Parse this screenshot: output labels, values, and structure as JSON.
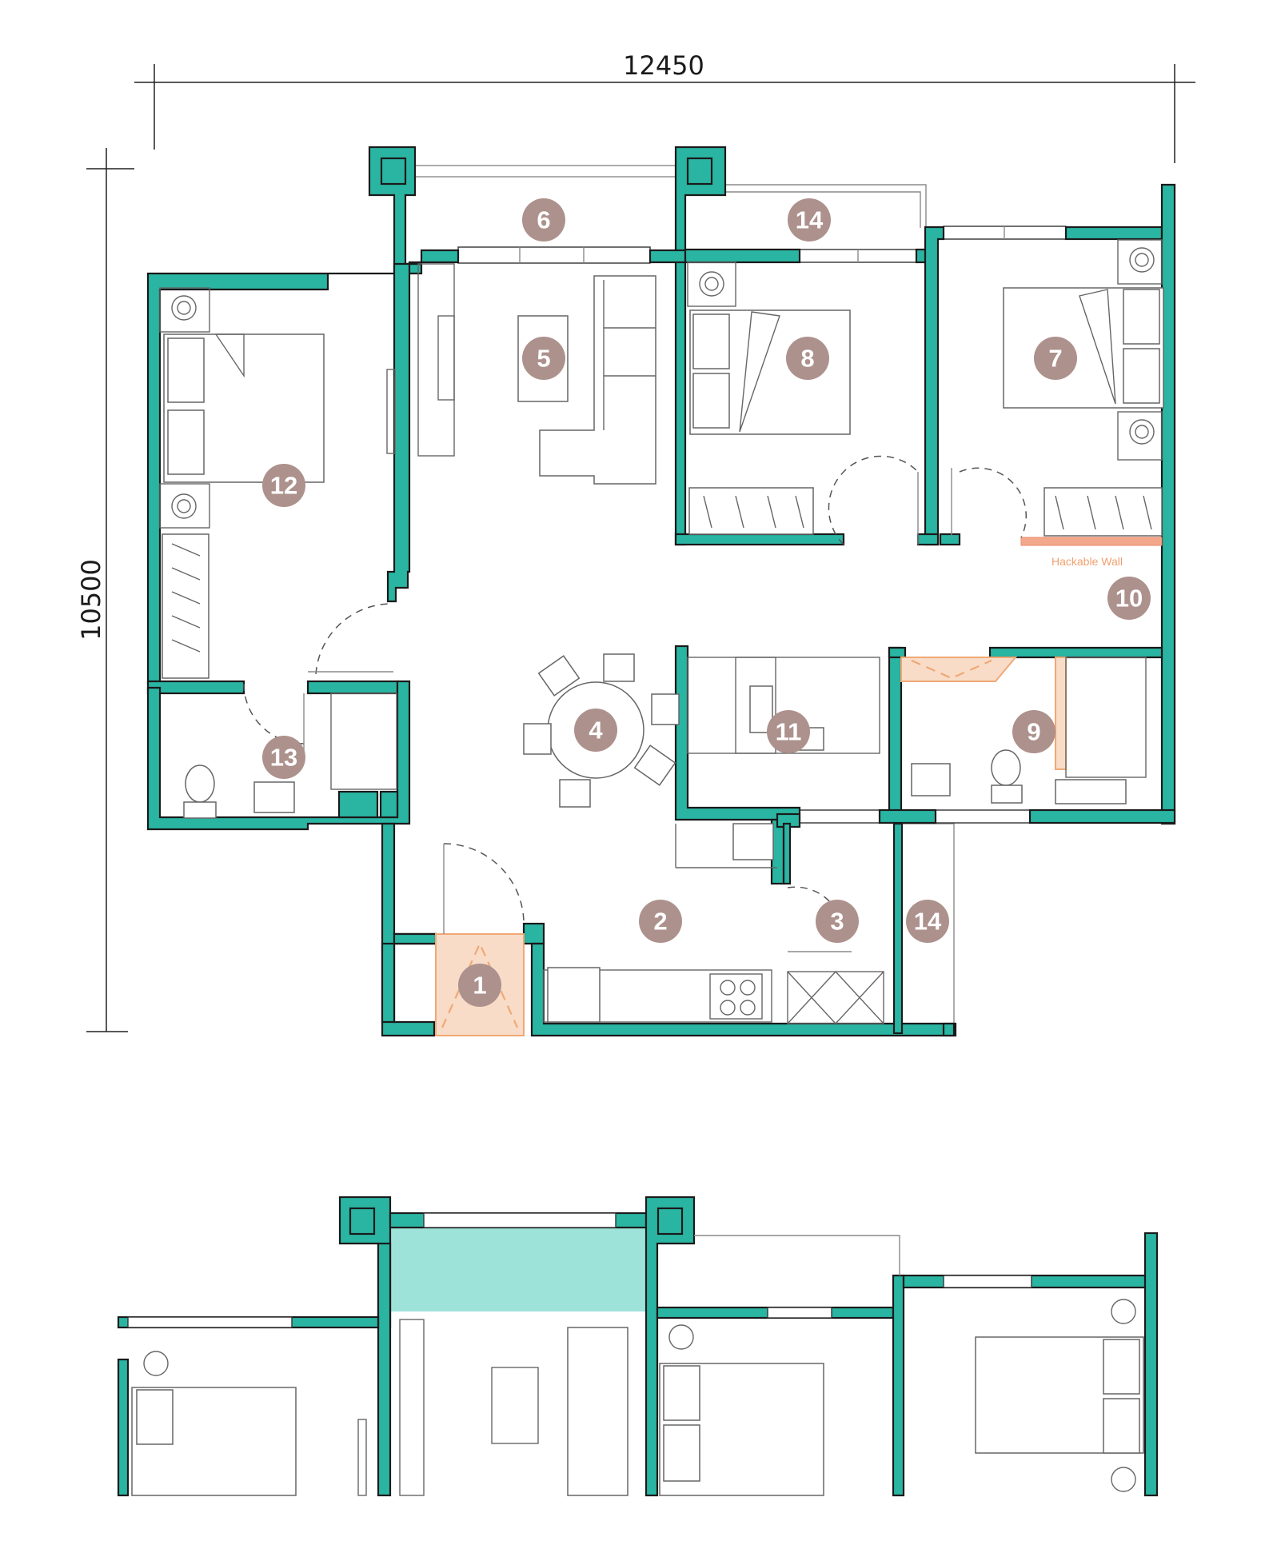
{
  "dimensions": {
    "width_label": "12450",
    "height_label": "10500"
  },
  "labels": {
    "hackable_wall": "Hackable Wall"
  },
  "rooms": [
    {
      "number": "1"
    },
    {
      "number": "2"
    },
    {
      "number": "3"
    },
    {
      "number": "4"
    },
    {
      "number": "5"
    },
    {
      "number": "6"
    },
    {
      "number": "7"
    },
    {
      "number": "8"
    },
    {
      "number": "9"
    },
    {
      "number": "10"
    },
    {
      "number": "11"
    },
    {
      "number": "12"
    },
    {
      "number": "13"
    },
    {
      "number": "14"
    },
    {
      "number": "14"
    }
  ],
  "colors": {
    "wall": "#2ab5a3",
    "badge": "#ad918c",
    "hackable": "#f0a875",
    "highlight": "#9ee3da"
  }
}
